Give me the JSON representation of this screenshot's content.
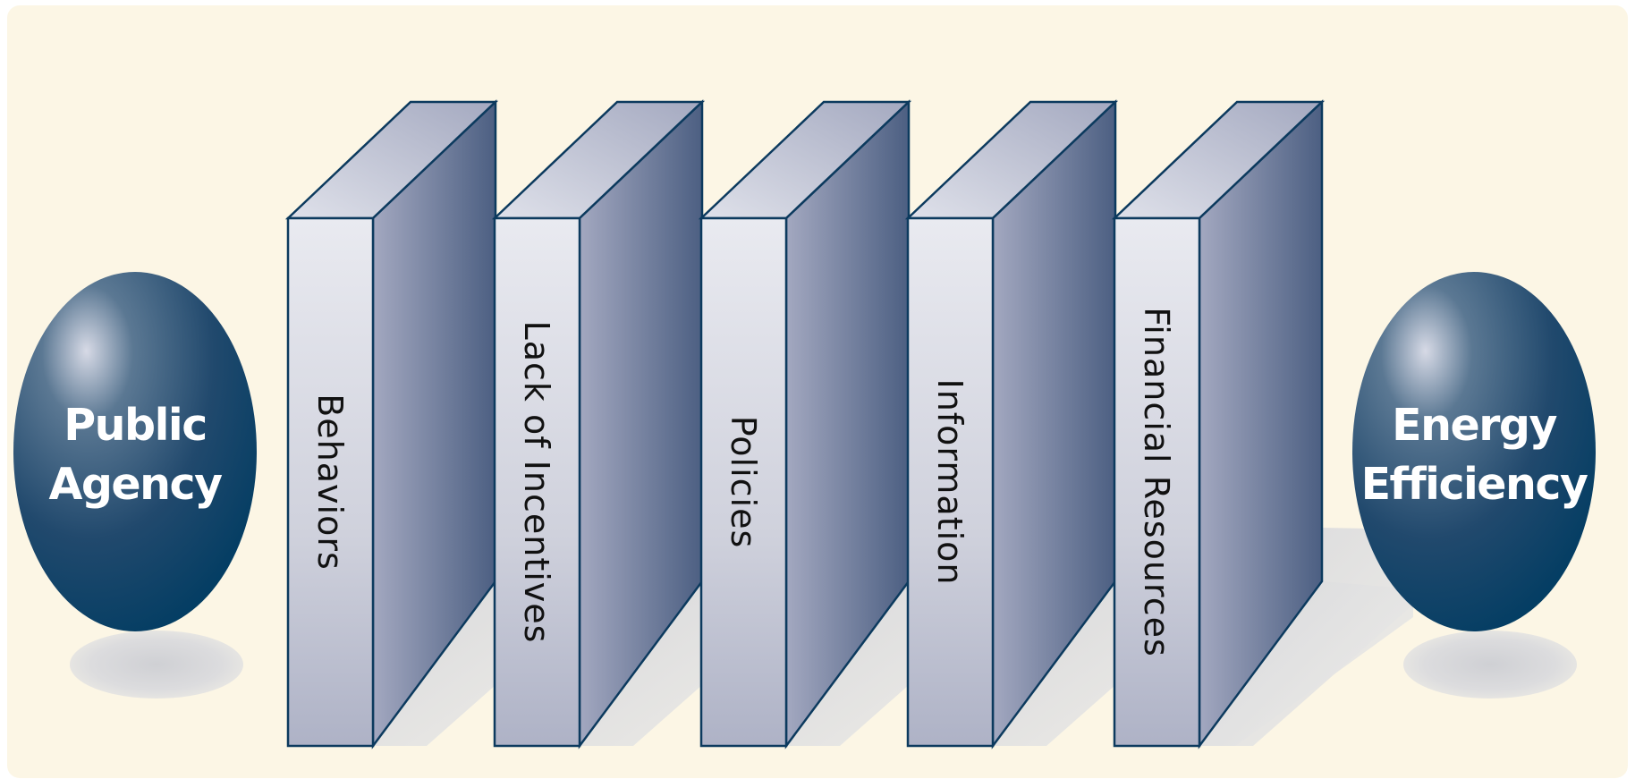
{
  "diagram": {
    "colors": {
      "background": "#fcf6e5",
      "sphere_dark": "#003c62",
      "sphere_light": "#ffffff",
      "panel_front_light": "#e8e9ef",
      "panel_front_dark": "#aeb2c6",
      "panel_side_light": "#a3a8c0",
      "panel_side_dark": "#4c5f82",
      "outline": "#0c3a5e"
    },
    "start_node": {
      "lines": [
        "Public",
        "Agency"
      ]
    },
    "end_node": {
      "lines": [
        "Energy",
        "Efficiency"
      ]
    },
    "barriers": [
      {
        "label": "Behaviors"
      },
      {
        "label": "Lack of Incentives"
      },
      {
        "label": "Policies"
      },
      {
        "label": "Information"
      },
      {
        "label": "Financial Resources"
      }
    ]
  }
}
